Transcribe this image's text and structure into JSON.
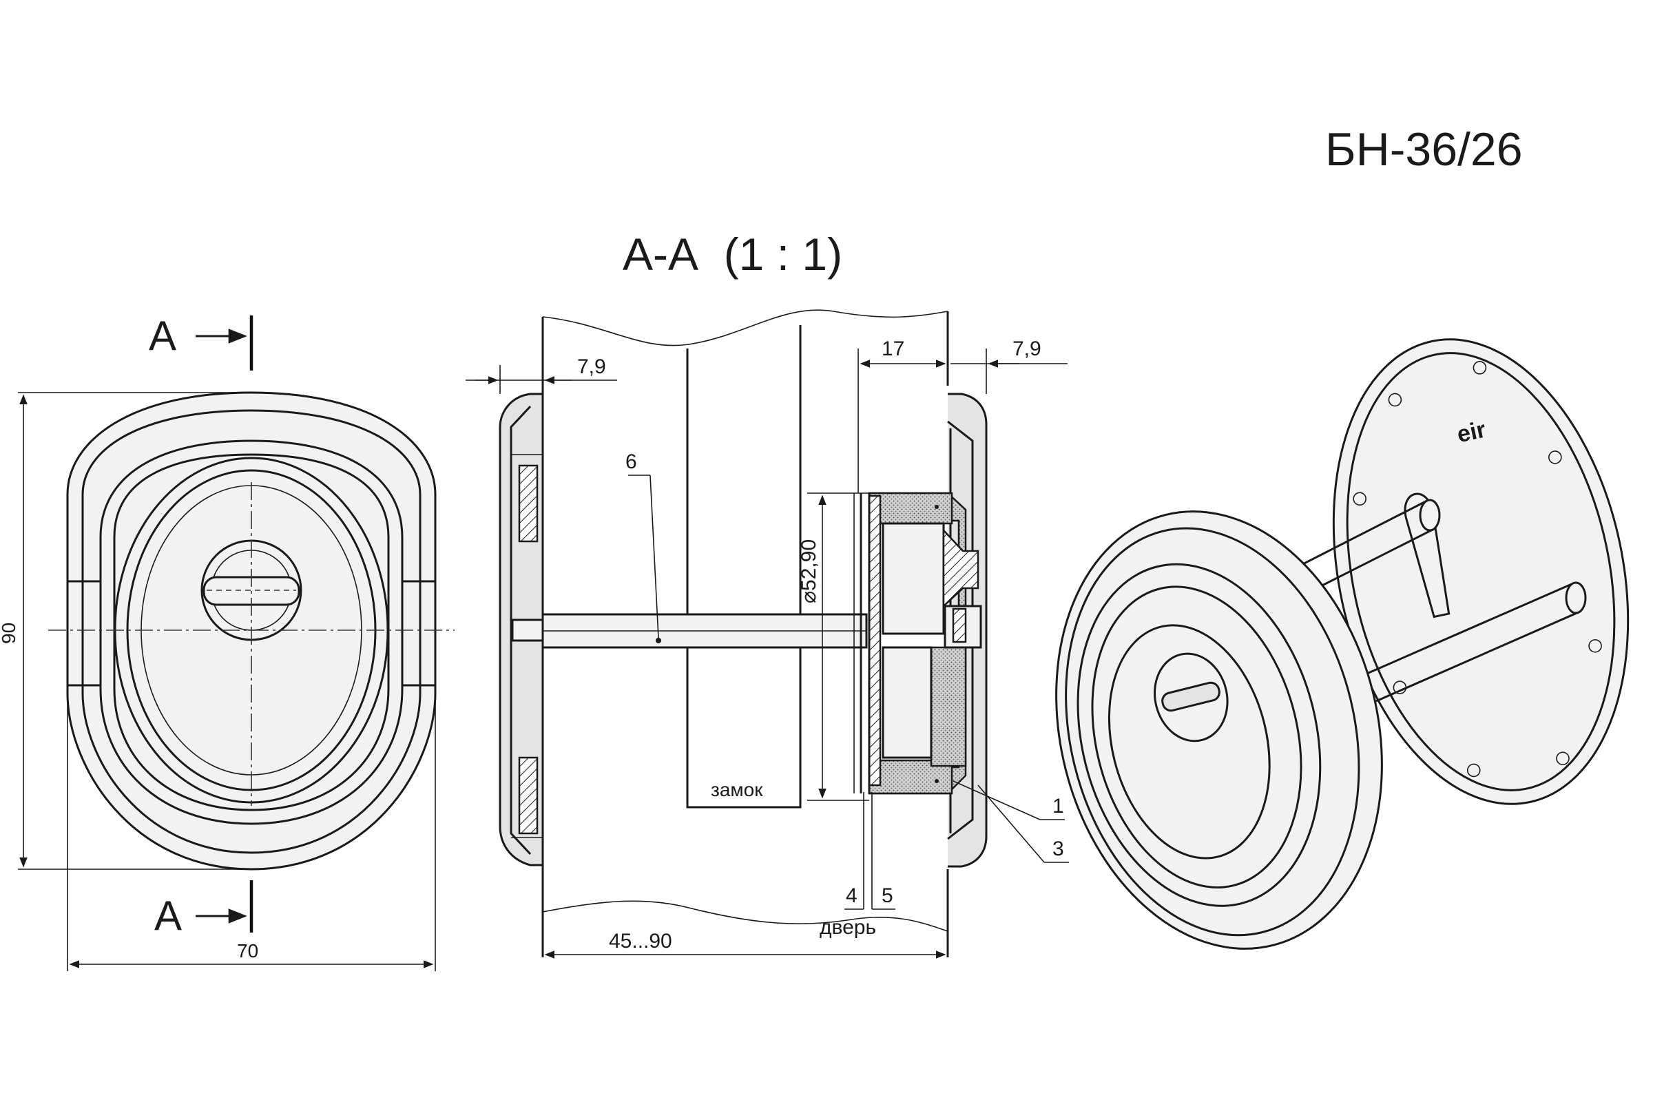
{
  "title": "БН-36/26",
  "section_title": "А-А  (1 : 1)",
  "section_markers": {
    "top": "А",
    "bottom": "А"
  },
  "front_view": {
    "height_dim": "90",
    "width_dim": "70"
  },
  "section_view": {
    "dim_left_plate": "7,9",
    "dim_right_plate": "7,9",
    "dim_right_depth": "17",
    "dim_diameter": "⌀52,90",
    "dim_door_thickness": "45...90",
    "lock_label": "замок",
    "door_label": "дверь",
    "callouts": [
      "1",
      "3",
      "4",
      "5",
      "6"
    ]
  },
  "logo_text": "eir"
}
